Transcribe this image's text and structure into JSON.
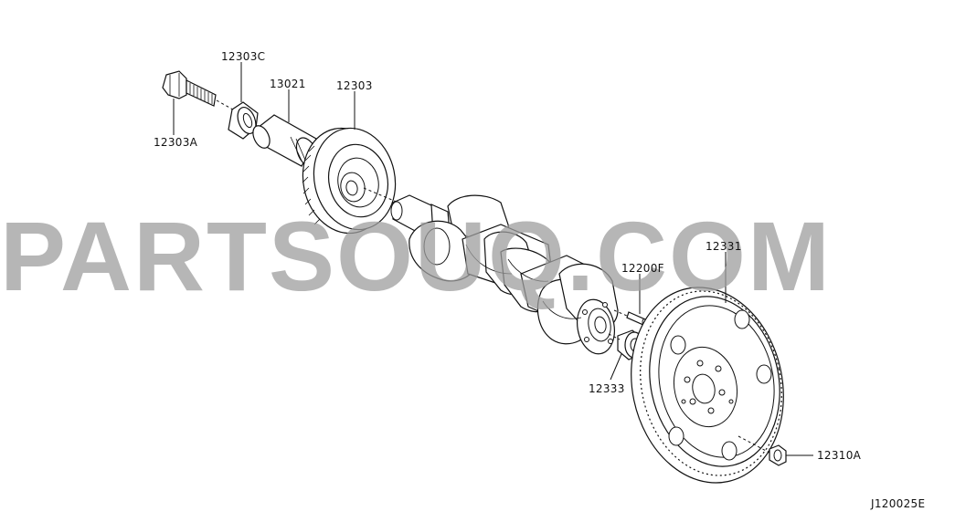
{
  "watermark": "PARTSOUQ.COM",
  "diagram_code": "J120025E",
  "labels": {
    "bolt": "12303A",
    "washer": "12303C",
    "key": "13021",
    "pulley": "12303",
    "dowel_pin": "12200F",
    "flywheel": "12331",
    "bushing": "12333",
    "flywheel_bolt": "12310A"
  }
}
